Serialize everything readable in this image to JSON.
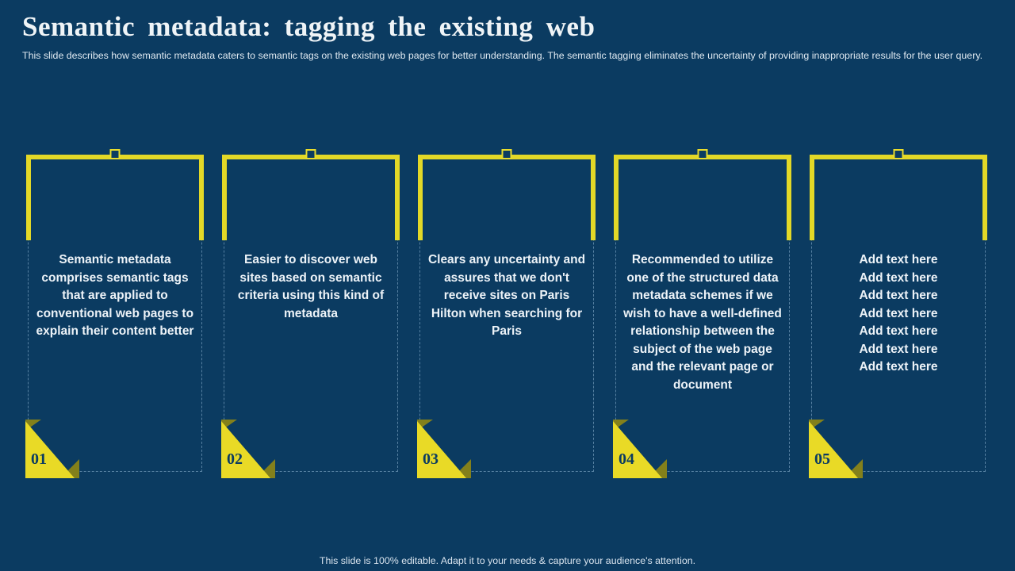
{
  "slide": {
    "title": "Semantic metadata: tagging the existing web",
    "subtitle": "This slide describes how semantic metadata caters to semantic tags on the existing web pages for better understanding. The semantic tagging eliminates the uncertainty of providing inappropriate results for the user query.",
    "footer": "This slide is 100% editable. Adapt it to your needs & capture your audience's attention.",
    "colors": {
      "background": "#0B3B61",
      "accent_yellow": "#E3D827",
      "triangle_yellow": "#E9DA26",
      "fold_olive": "#83801B",
      "dashed_border": "#94BAD7",
      "text": "#EDF3F8",
      "number_text": "#0B3B61"
    },
    "cards": [
      {
        "number": "01",
        "text": "Semantic metadata comprises semantic tags that are applied to conventional web pages to explain their content better"
      },
      {
        "number": "02",
        "text": "Easier to discover web sites based on semantic criteria using this kind of metadata"
      },
      {
        "number": "03",
        "text": "Clears any uncertainty and assures that we don't receive sites on Paris Hilton when searching for Paris"
      },
      {
        "number": "04",
        "text": "Recommended to utilize one of the structured data metadata schemes if we wish to have a well-defined relationship between the subject of the web page and the relevant page or document"
      },
      {
        "number": "05",
        "text": "Add text here\nAdd text here\nAdd text here\nAdd text here\nAdd text here\nAdd text here\nAdd text here"
      }
    ]
  }
}
